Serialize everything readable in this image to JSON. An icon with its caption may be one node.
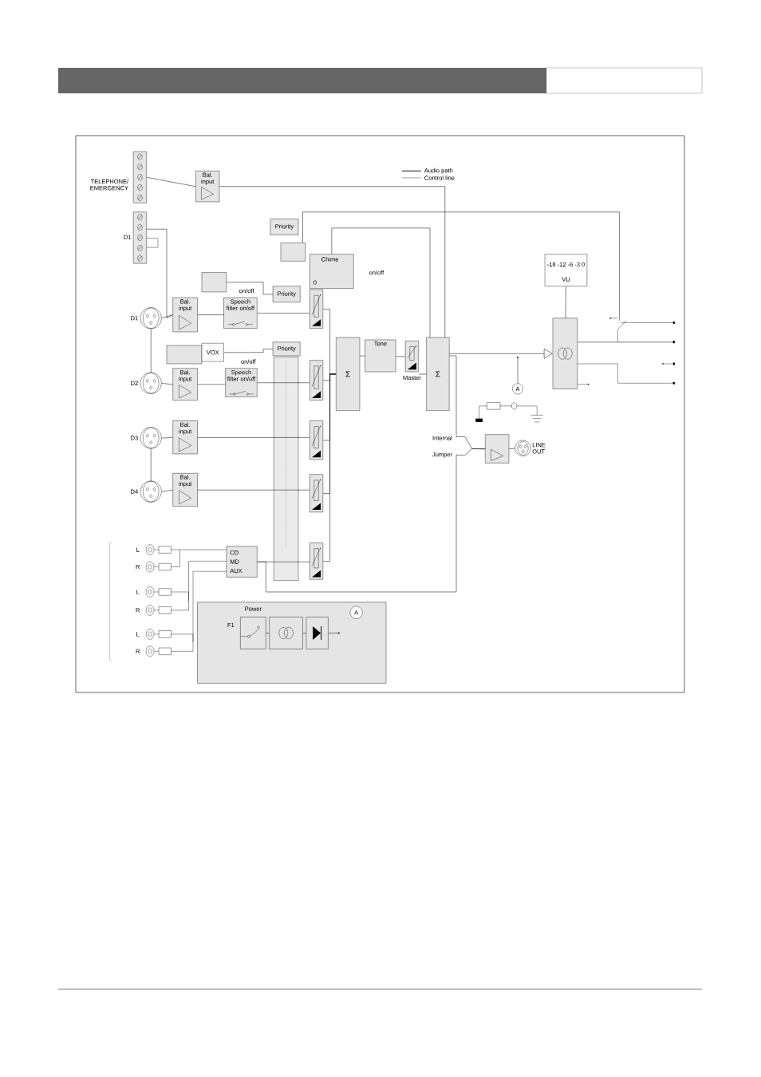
{
  "diagram": {
    "nodes": [
      {
        "text": [],
        "shape": "box",
        "beside": [
          "TELEPHONE/ EMERGENCY"
        ]
      },
      {
        "text": [
          "Bal. input"
        ]
      },
      {
        "text": [],
        "shape": "box",
        "beside": [
          "D1"
        ]
      },
      {
        "text": [],
        "shape": "circle",
        "beside": [
          "D1"
        ]
      },
      {
        "text": [
          "Bal. input"
        ]
      },
      {
        "text": [],
        "shape": "box"
      },
      {
        "text": [
          "Speech filter on/off"
        ]
      },
      {
        "text": [],
        "shape": "box"
      },
      {
        "text": [
          "VOX"
        ]
      },
      {
        "text": [],
        "shape": "circle",
        "beside": [
          "D2"
        ]
      },
      {
        "text": [
          "Bal. input"
        ]
      },
      {
        "text": [
          "Speech filter on/off"
        ]
      },
      {
        "text": [],
        "shape": "circle",
        "beside": [
          "D3"
        ]
      },
      {
        "text": [
          "Bal. input"
        ]
      },
      {
        "text": [],
        "shape": "circle",
        "beside": [
          "D4"
        ]
      },
      {
        "text": [
          "Bal. input"
        ]
      },
      {
        "text": [
          "Priority"
        ]
      },
      {
        "text": [],
        "shape": "box"
      },
      {
        "text": [
          "Priority"
        ]
      },
      {
        "text": [
          "Chime",
          "0"
        ]
      },
      {
        "text": [
          "Priority"
        ]
      },
      {
        "text": [
          "Σ"
        ]
      },
      {
        "text": [
          "Tone"
        ]
      },
      {
        "text": [],
        "shape": "box",
        "beside": [
          "Master"
        ]
      },
      {
        "text": [
          "Σ"
        ]
      },
      {
        "text": [
          "-18 -12 -6 -3 0",
          "VU"
        ]
      },
      {
        "text": [],
        "shape": "box"
      },
      {
        "text": [],
        "shape": "box"
      },
      {
        "text": [],
        "shape": "circle",
        "beside": [
          "LINE OUT"
        ]
      },
      {
        "text": [
          "CD",
          "MD",
          "AUX"
        ]
      },
      {
        "text": [],
        "shape": "box"
      },
      {
        "text": [
          "Power"
        ],
        "in": 30
      },
      {
        "text": [],
        "shape": "box",
        "in": 30
      },
      {
        "text": [],
        "shape": "box",
        "in": 30
      },
      {
        "text": [
          "A"
        ],
        "in": 30
      },
      {
        "text": [
          "A"
        ]
      },
      {
        "text": [],
        "shape": "box"
      },
      {
        "text": [],
        "shape": "box"
      },
      {
        "text": [],
        "shape": "box"
      },
      {
        "text": [],
        "shape": "box"
      },
      {
        "text": [],
        "shape": "box"
      }
    ],
    "edges": [
      {
        "from": 0,
        "to": 1,
        "arrow": "none"
      },
      {
        "from": 1,
        "to": 24,
        "arrow": "none"
      },
      {
        "from": 3,
        "to": 4,
        "arrow": "none"
      },
      {
        "from": 4,
        "to": 6,
        "arrow": "none"
      },
      {
        "from": 9,
        "to": 10,
        "arrow": "none"
      },
      {
        "from": 10,
        "to": 11,
        "arrow": "none"
      },
      {
        "from": 12,
        "to": 13,
        "arrow": "none"
      },
      {
        "from": 14,
        "to": 15,
        "arrow": "none"
      },
      {
        "from": 6,
        "to": 36,
        "arrow": "none"
      },
      {
        "from": 11,
        "to": 37,
        "arrow": "none"
      },
      {
        "from": 13,
        "to": 38,
        "arrow": "none"
      },
      {
        "from": 15,
        "to": 39,
        "arrow": "none"
      },
      {
        "from": 29,
        "to": 40,
        "arrow": "none"
      },
      {
        "from": 36,
        "to": 21,
        "arrow": "none"
      },
      {
        "from": 37,
        "to": 21,
        "arrow": "none"
      },
      {
        "from": 38,
        "to": 21,
        "arrow": "none"
      },
      {
        "from": 39,
        "to": 21,
        "arrow": "none"
      },
      {
        "from": 40,
        "to": 21,
        "arrow": "none"
      },
      {
        "from": 21,
        "to": 22,
        "arrow": "none"
      },
      {
        "from": 22,
        "to": 23,
        "arrow": "none"
      },
      {
        "from": 23,
        "to": 24,
        "arrow": "none"
      },
      {
        "from": 24,
        "to": 26,
        "arrow": "to"
      },
      {
        "from": 25,
        "to": 26,
        "arrow": "none"
      },
      {
        "from": 19,
        "to": 24,
        "arrow": "none"
      },
      {
        "from": 24,
        "to": 27,
        "arrow": "none"
      },
      {
        "from": 29,
        "to": 27,
        "arrow": "none"
      },
      {
        "from": 27,
        "to": 28,
        "arrow": "none"
      },
      {
        "from": 35,
        "to": null,
        "arrow": "to"
      },
      {
        "from": 31,
        "to": 32,
        "arrow": "none"
      },
      {
        "from": 32,
        "to": 33,
        "arrow": "none"
      },
      {
        "from": 33,
        "to": null,
        "arrow": "to"
      },
      {
        "from": 3,
        "to": 9,
        "arrow": "none"
      },
      {
        "from": 12,
        "to": 14,
        "arrow": "none"
      },
      {
        "from": 5,
        "to": 18,
        "arrow": "none"
      },
      {
        "from": 8,
        "to": 20,
        "arrow": "none"
      },
      {
        "from": 17,
        "to": 26,
        "arrow": "none"
      },
      {
        "from": 2,
        "to": 4,
        "arrow": "none"
      }
    ],
    "labels": [
      "on/off",
      "on/off",
      "on/off",
      "Internal",
      "Jumper",
      "L",
      "R",
      "L",
      "R",
      "L",
      "R",
      "F1"
    ],
    "legend": [
      {
        "text": "Audio path"
      },
      {
        "text": "Control line"
      }
    ]
  }
}
